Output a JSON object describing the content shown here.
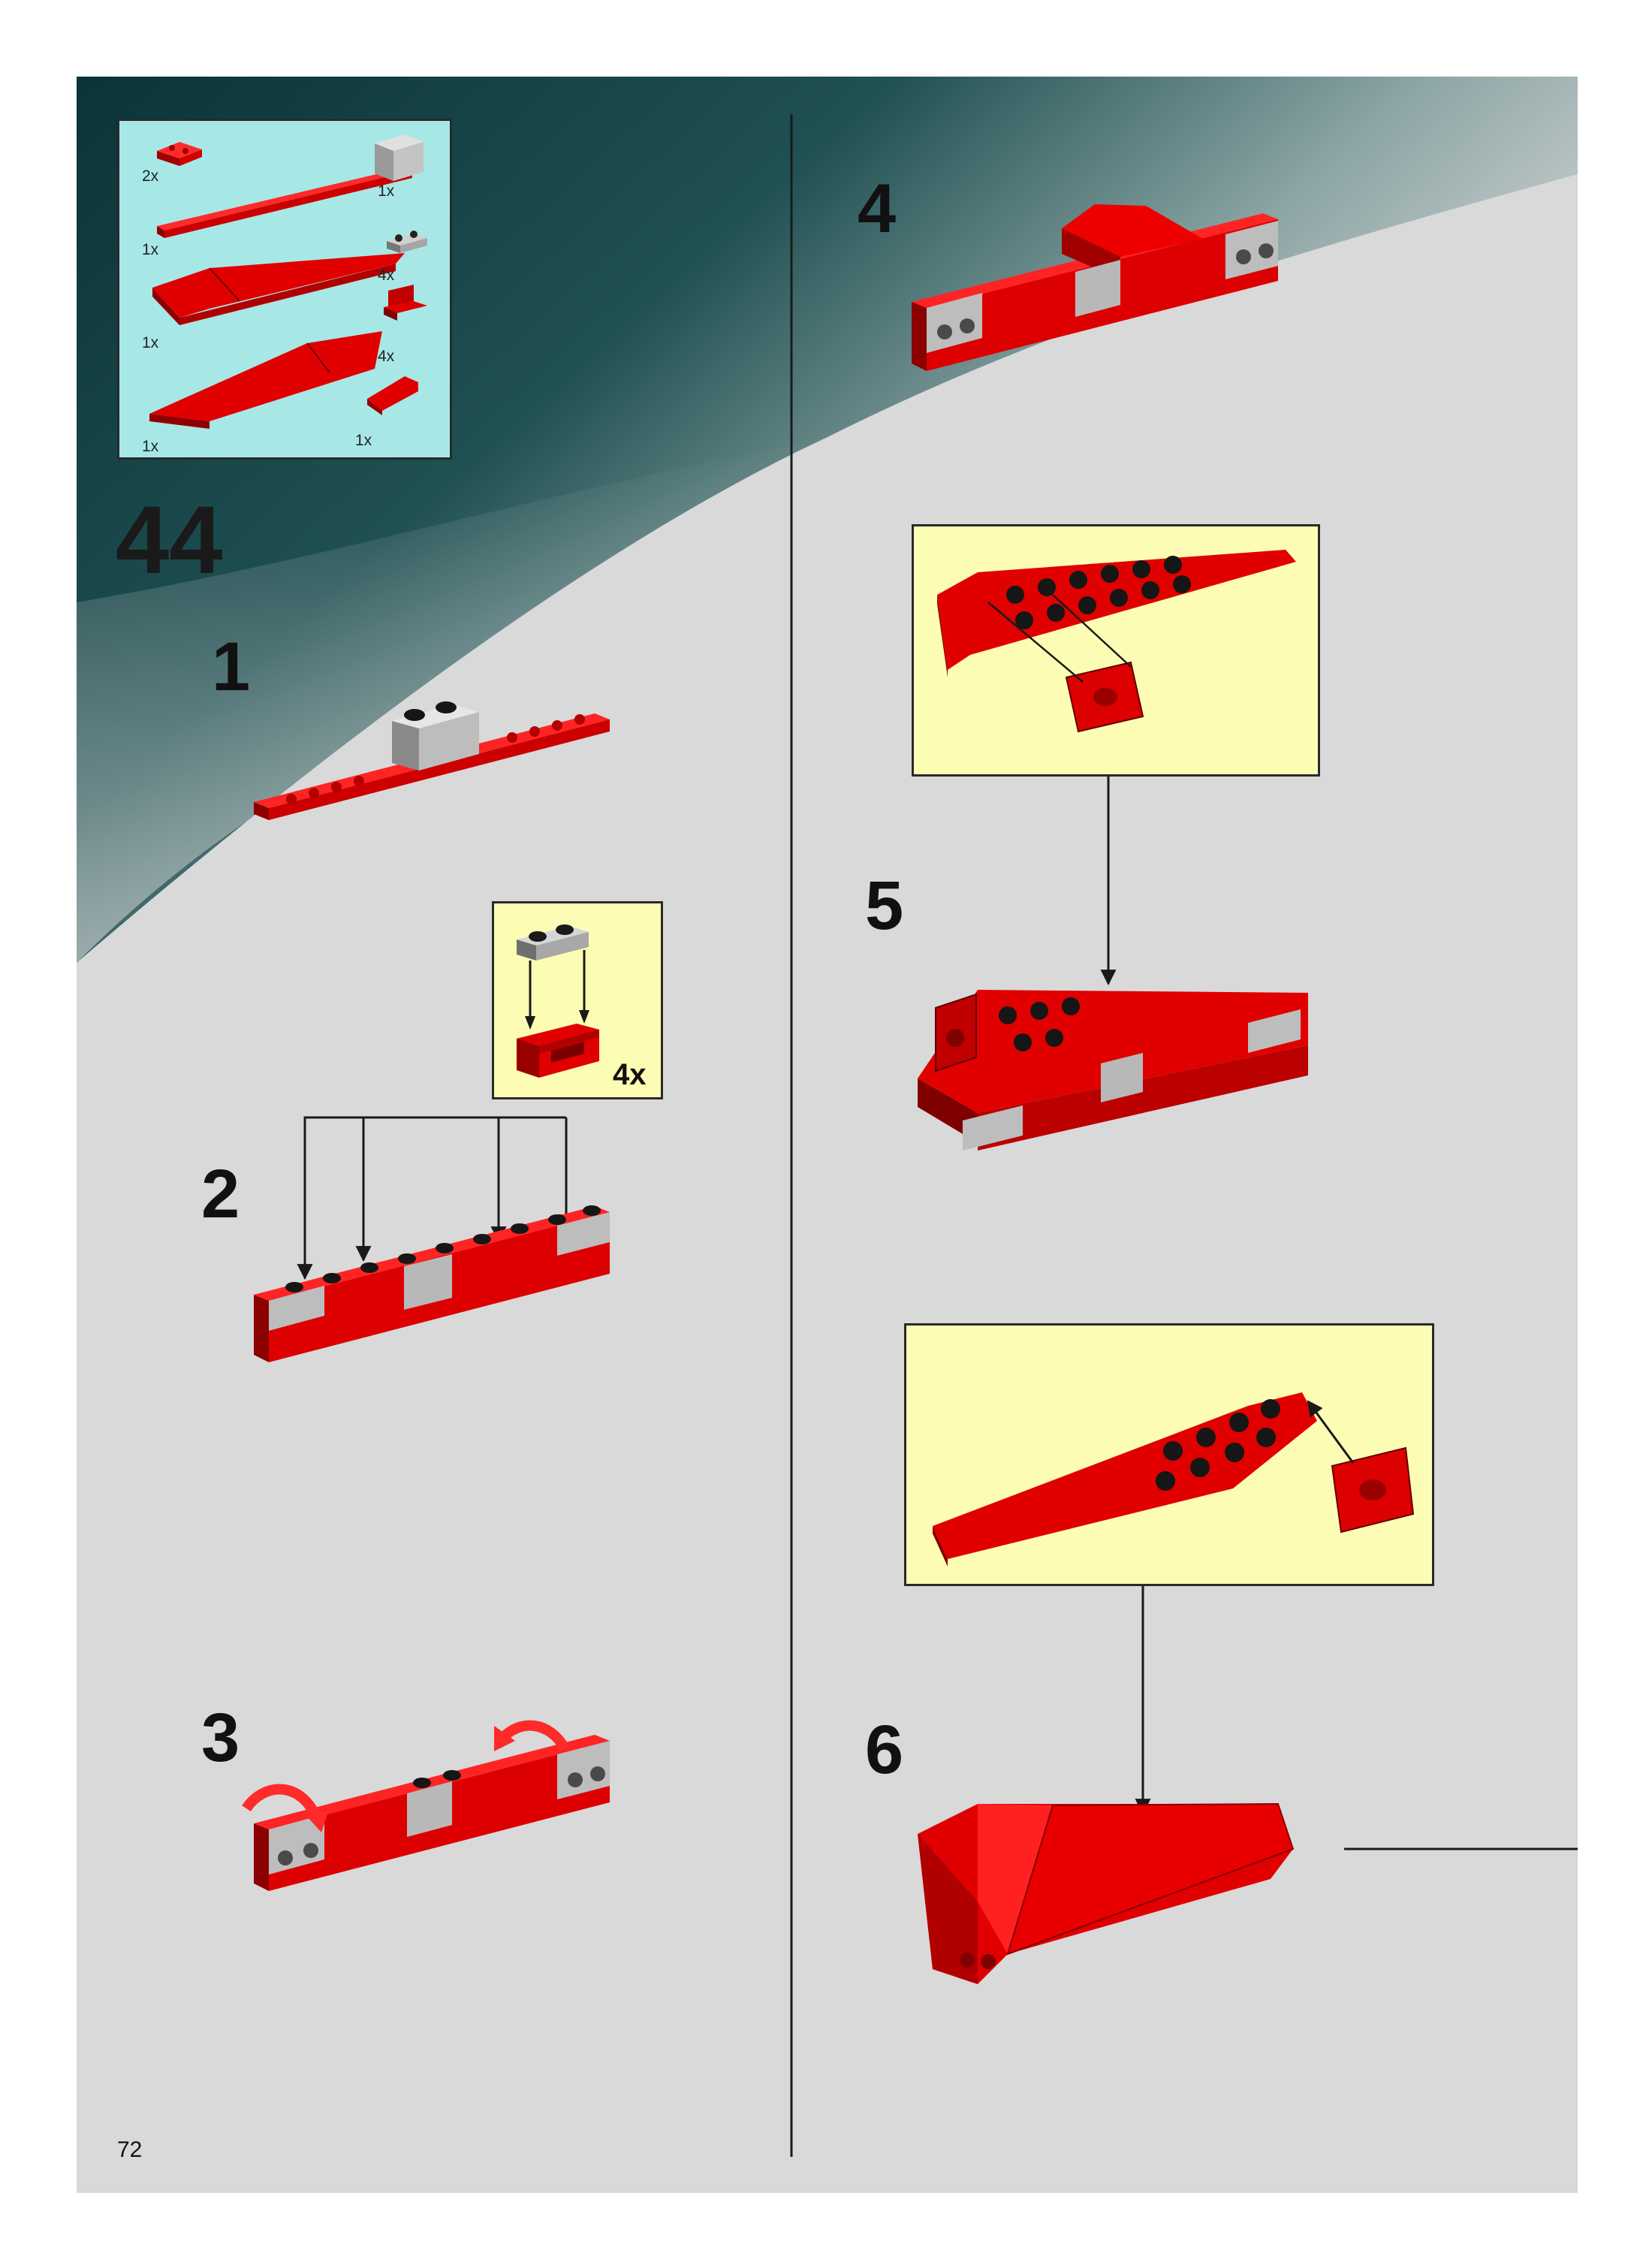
{
  "page": {
    "step_number": "44",
    "page_number": "72"
  },
  "parts_list": {
    "items": [
      {
        "qty": "2x",
        "part": "red-plate-2x2"
      },
      {
        "qty": "1x",
        "part": "red-plate-1x10"
      },
      {
        "qty": "1x",
        "part": "red-wedge-left"
      },
      {
        "qty": "1x",
        "part": "red-wedge-long"
      },
      {
        "qty": "1x",
        "part": "gray-technic-brick-axle"
      },
      {
        "qty": "4x",
        "part": "gray-plate-1x2-clip"
      },
      {
        "qty": "4x",
        "part": "red-brick-1x2-bracket"
      },
      {
        "qty": "1x",
        "part": "red-slope-small"
      }
    ]
  },
  "steps": [
    {
      "number": "1"
    },
    {
      "number": "2",
      "callout_qty": "4x"
    },
    {
      "number": "3"
    },
    {
      "number": "4"
    },
    {
      "number": "5"
    },
    {
      "number": "6"
    }
  ],
  "colors": {
    "brick_red": "#e00000",
    "brick_dark_red": "#8c0000",
    "stud_black": "#161616",
    "gray": "#bdbdbd",
    "parts_bg": "#a7e8e7",
    "callout_bg": "#fdfcb4",
    "page_bg": "#d9d9d9",
    "teal_dark": "#0f3a3c"
  }
}
